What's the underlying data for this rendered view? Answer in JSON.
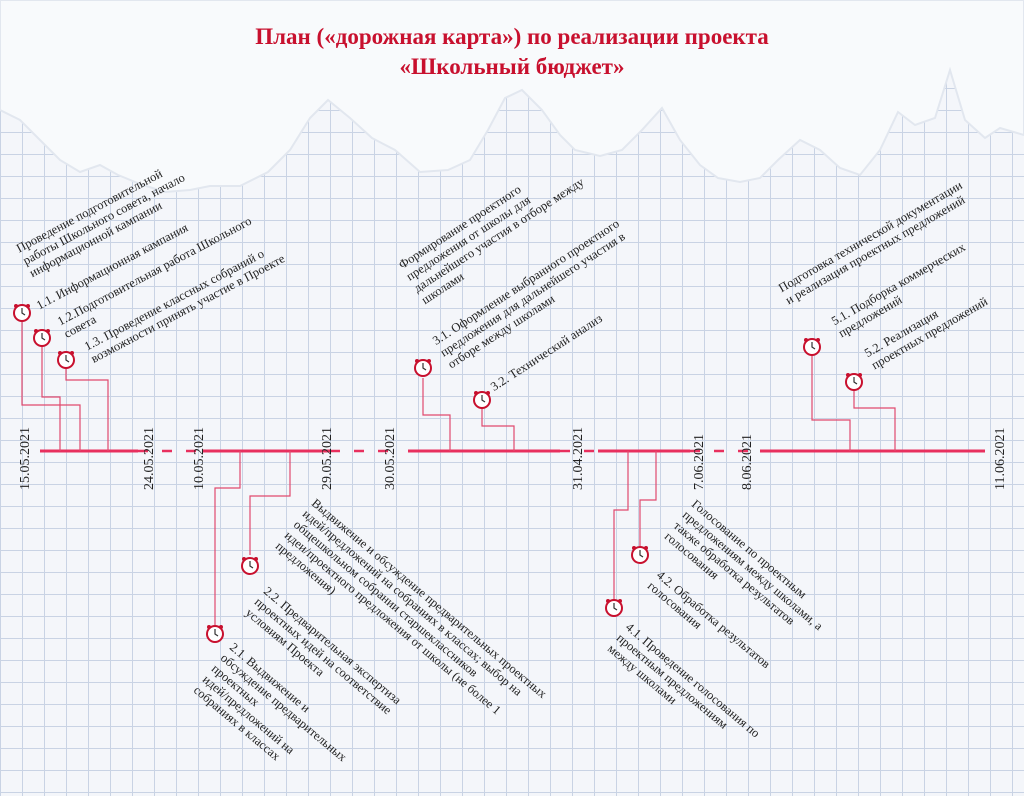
{
  "title": {
    "line1": "План («дорожная карта») по реализации проекта",
    "line2": "«Школьный бюджет»"
  },
  "colors": {
    "accent": "#c8102e",
    "timeline": "#e8305e",
    "connector": "#e04a6e",
    "text": "#222222"
  },
  "dates": [
    "15.05.2021",
    "24.05.2021",
    "10.05.2021",
    "29.05.2021",
    "30.05.2021",
    "31.04.2021",
    "7.06.2021",
    "8.06.2021",
    "11.06.2021"
  ],
  "top_labels": {
    "stage1": [
      "Проведение подготовительной",
      "работы Школьного совета, начало",
      "информационной кампании"
    ],
    "s1_1": [
      "1.1. Информационная кампания"
    ],
    "s1_2": [
      "1.2.Подготовительная работа Школьного",
      "совета"
    ],
    "s1_3": [
      "1.3. Проведение  классных собраний о",
      "возможности принять участие в Проекте"
    ],
    "stage3": [
      "Формирование проектного",
      "предложения от школы для",
      "дальнейшего участия в отборе между",
      "школами"
    ],
    "s3_1": [
      "3.1. Оформление выбранного проектного",
      "предложения для дальнейшего участия в",
      "отборе между школами"
    ],
    "s3_2": [
      "3.2. Технический анализ"
    ],
    "stage5": [
      "Подготовка технической документации",
      "и реализация проектных предложений"
    ],
    "s5_1": [
      "5.1. Подборка коммерческих",
      "предложений"
    ],
    "s5_2": [
      "5.2. Реализация",
      "проектных предложений"
    ]
  },
  "bottom_labels": {
    "stage2": [
      "Выдвижение и обсуждение предварительных проектных",
      "идей/предложений на собраниях в классах; выбор на",
      "общешкольном собрании старшеклассников",
      "идеи/проектного предложения от школы (не более 1",
      "предложения)"
    ],
    "s2_2": [
      "2.2. Предварительная экспертиза",
      "проектных идей на соответствие",
      "условиям Проекта"
    ],
    "s2_1": [
      "2.1. Выдвижение и",
      "обсуждение предварительных",
      "проектных",
      "идей/предложений на",
      "собраниях в классах"
    ],
    "stage4": [
      "Голосование по проектным",
      "предложениям между школами, а",
      "также обработка результатов",
      "голосования"
    ],
    "s4_2": [
      "4.2. Обработка результатов",
      "голосования"
    ],
    "s4_1": [
      "4.1. Проведение голосования по",
      "проектным предложениям",
      "между школами"
    ]
  }
}
